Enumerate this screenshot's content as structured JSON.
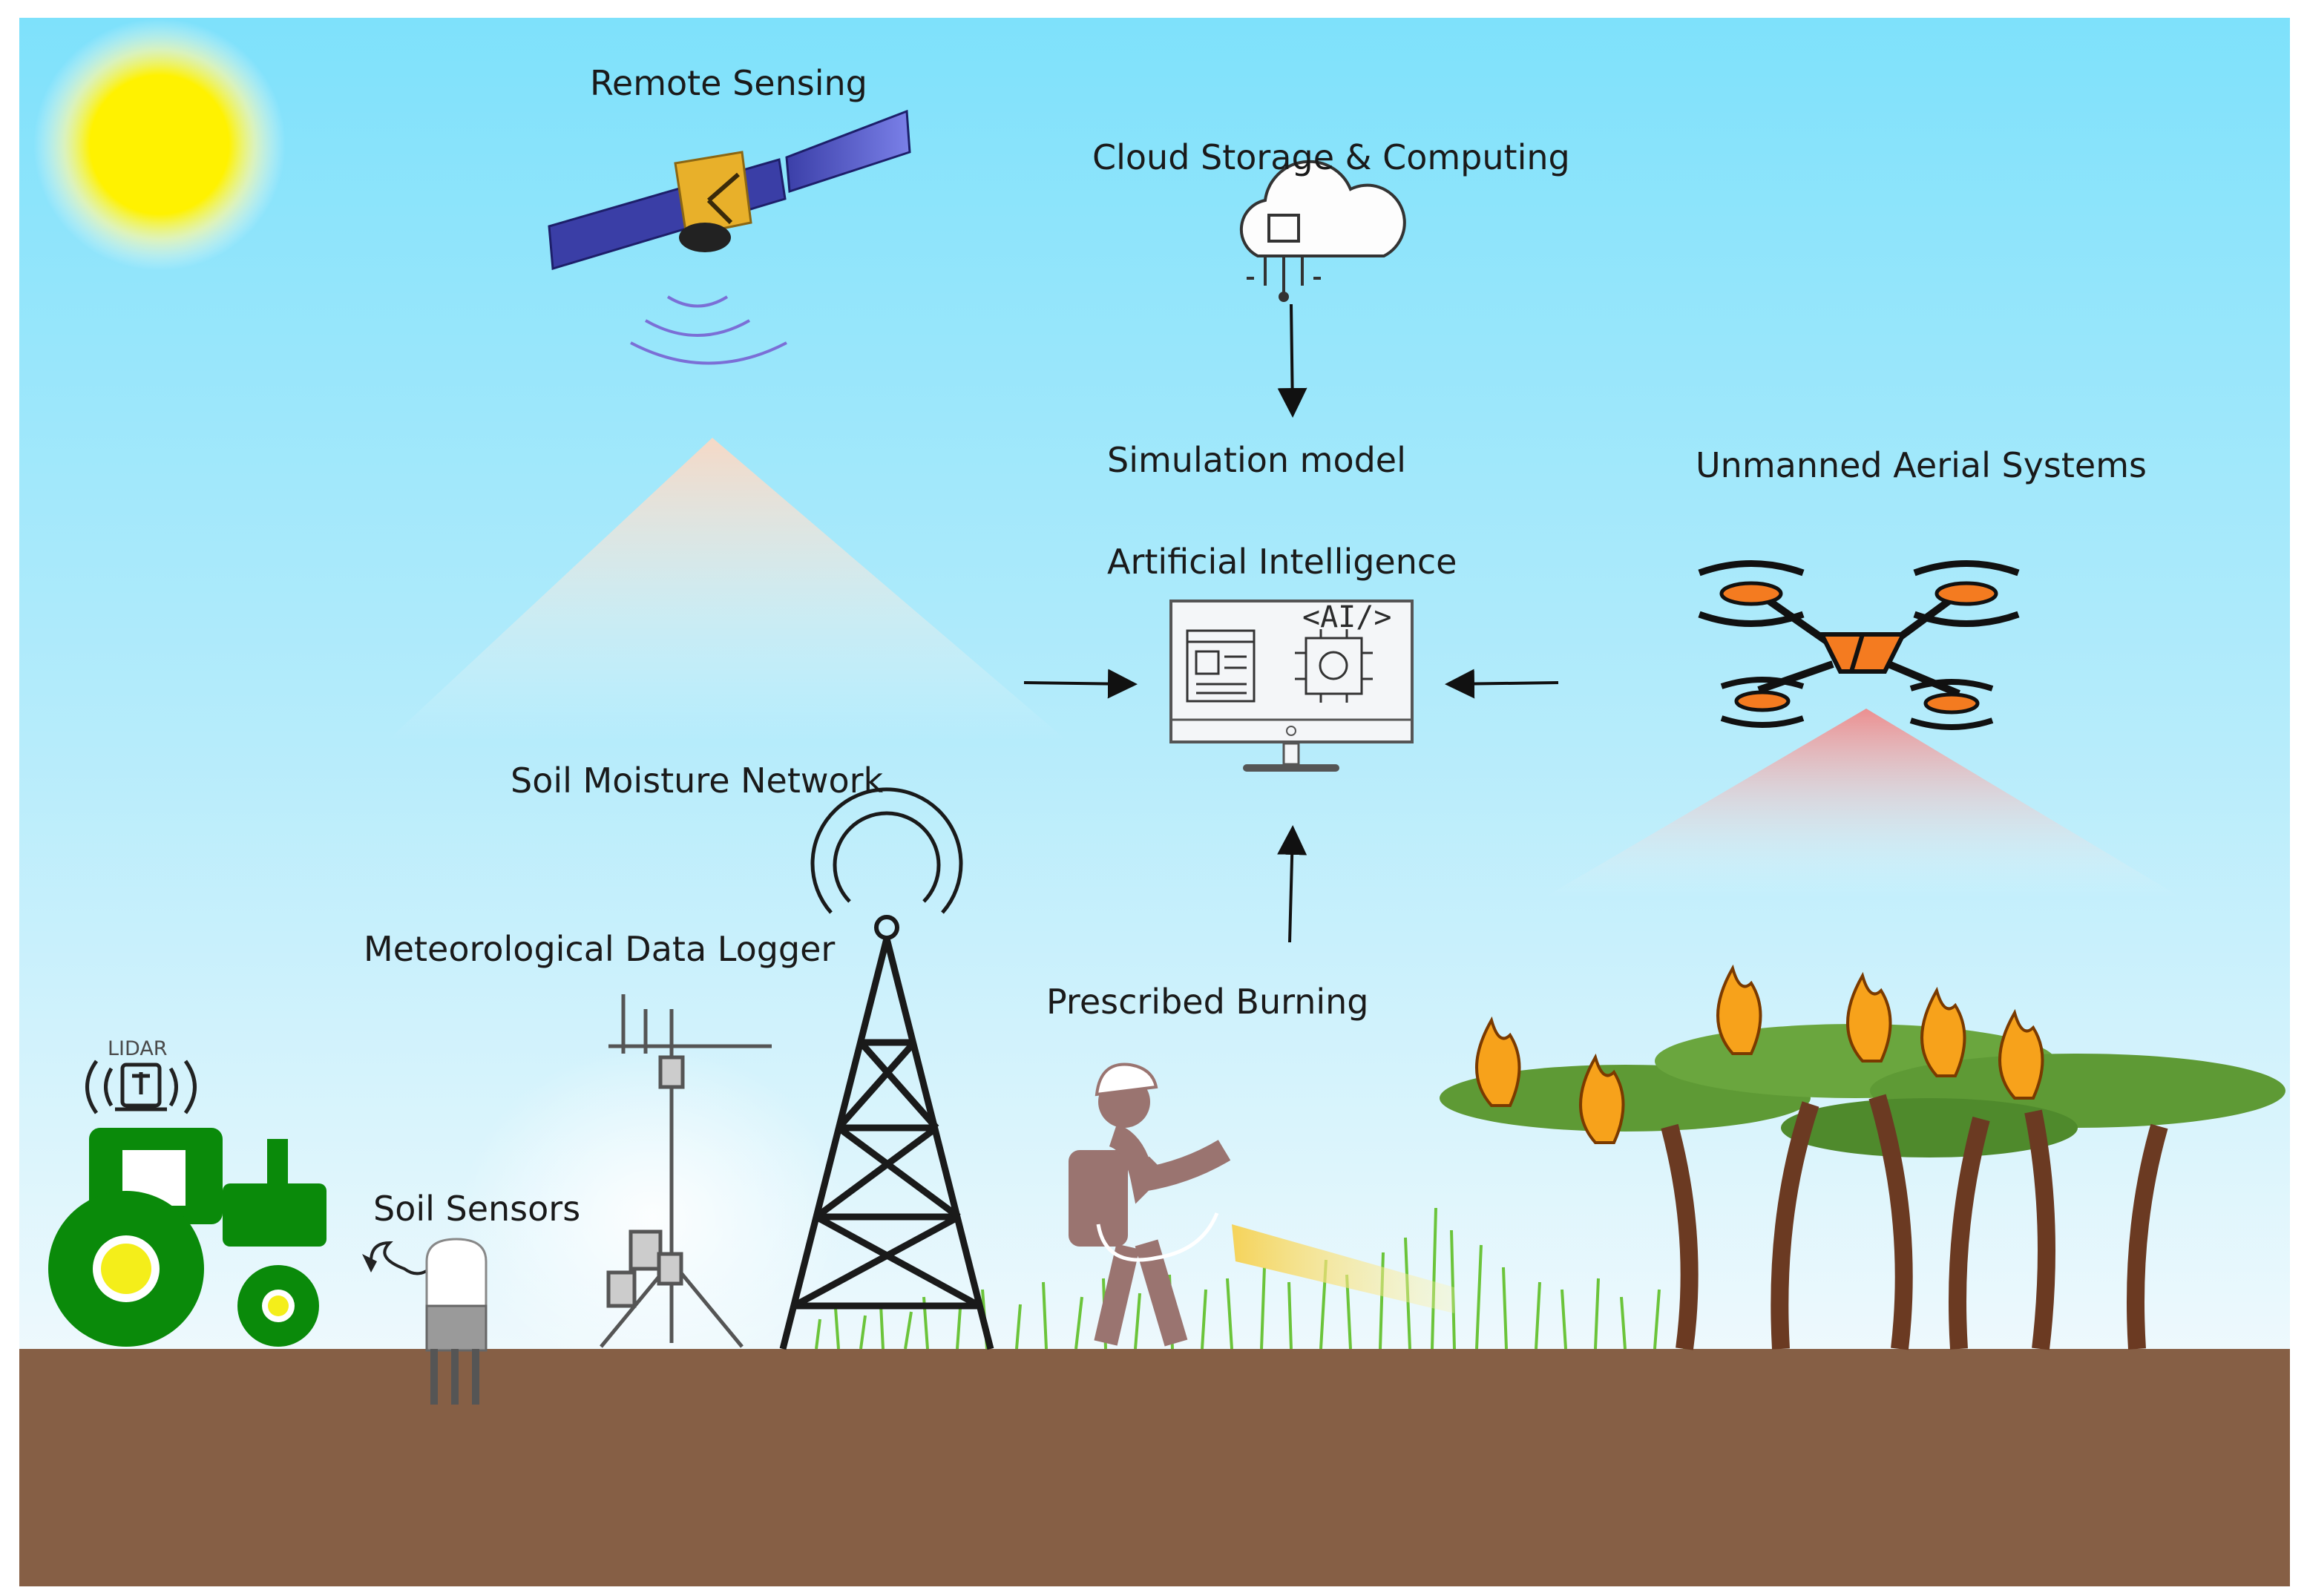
{
  "labels": {
    "remote_sensing": "Remote Sensing",
    "cloud": "Cloud Storage & Computing",
    "simulation": "Simulation model",
    "uas": "Unmanned Aerial Systems",
    "ai": "Artificial Intelligence",
    "ai_tag": "<AI/>",
    "soil_moisture": "Soil Moisture Network",
    "met_logger": "Meteorological Data Logger",
    "prescribed": "Prescribed Burning",
    "lidar": "LIDAR",
    "soil_sensors": "Soil Sensors"
  },
  "colors": {
    "sky_top": "#7ee1fb",
    "sky_bottom": "#e6f7fd",
    "ground": "#865f45",
    "sun": "#fff200",
    "tractor": "#0a8a0a",
    "foliage": "#5e9a35",
    "trunk": "#6b3a22",
    "flame": "#f7a21b",
    "drone_accent": "#f47b20",
    "person": "#9a7470"
  },
  "icons": [
    "sun-icon",
    "satellite-icon",
    "cloud-icon",
    "monitor-icon",
    "drone-icon",
    "tower-icon",
    "tractor-icon",
    "lidar-icon",
    "soil-sensor-icon",
    "weather-station-icon",
    "firefighter-icon",
    "fire-icon",
    "tree-icon"
  ]
}
